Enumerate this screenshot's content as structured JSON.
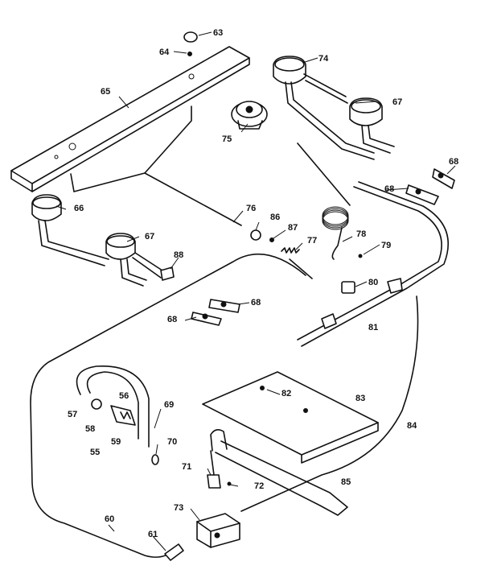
{
  "callouts": [
    "55",
    "56",
    "57",
    "58",
    "59",
    "60",
    "61",
    "63",
    "64",
    "65",
    "66",
    "67",
    "68",
    "69",
    "70",
    "71",
    "72",
    "73",
    "74",
    "75",
    "76",
    "77",
    "78",
    "79",
    "80",
    "81",
    "82",
    "83",
    "84",
    "85",
    "86",
    "87",
    "88"
  ],
  "labels": {
    "c55": "55",
    "c56": "56",
    "c57": "57",
    "c58": "58",
    "c59": "59",
    "c60": "60",
    "c61": "61",
    "c63": "63",
    "c64": "64",
    "c65": "65",
    "c66": "66",
    "c67a": "67",
    "c67b": "67",
    "c68a": "68",
    "c68b": "68",
    "c68c": "68",
    "c68d": "68",
    "c69": "69",
    "c70": "70",
    "c71": "71",
    "c72": "72",
    "c73": "73",
    "c74": "74",
    "c75": "75",
    "c76": "76",
    "c77": "77",
    "c78": "78",
    "c79": "79",
    "c80": "80",
    "c81": "81",
    "c82": "82",
    "c83": "83",
    "c84": "84",
    "c85": "85",
    "c86": "86",
    "c87": "87",
    "c88": "88"
  }
}
